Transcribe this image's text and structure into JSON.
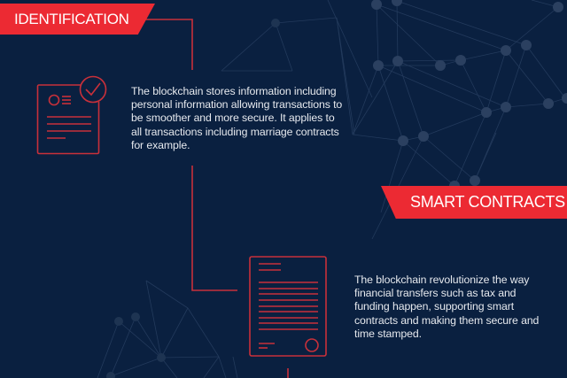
{
  "colors": {
    "background": "#0a2040",
    "accent_red": "#ec2a33",
    "line_red": "#c8303a",
    "network": "#2c4262",
    "text": "#e6e9ee"
  },
  "sections": [
    {
      "title": "IDENTIFICATION",
      "icon": "document-check-icon",
      "description": "The blockchain stores information including personal information allowing transactions to be smoother and more secure. It applies to all transactions including marriage contracts for example."
    },
    {
      "title": "SMART CONTRACTS",
      "icon": "contract-document-icon",
      "description": "The blockchain revolutionize the way financial transfers such as tax and funding happen, supporting smart contracts and making them secure and time stamped."
    }
  ]
}
